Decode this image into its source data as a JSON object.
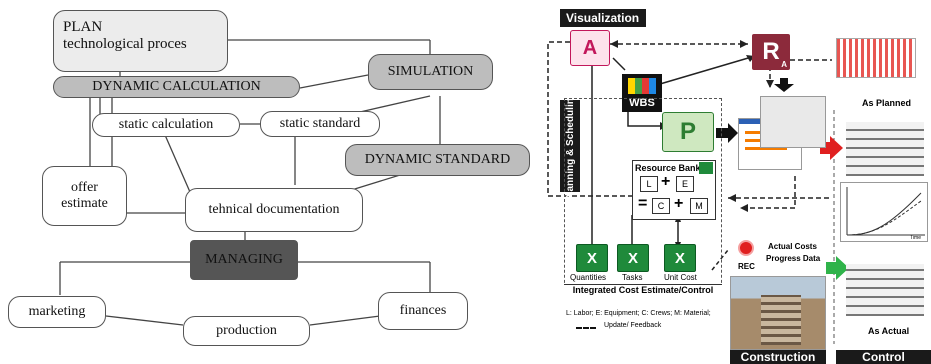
{
  "left": {
    "plan_title": "PLAN",
    "plan_subtitle": "technological proces",
    "dynamic_calculation": "DYNAMIC CALCULATION",
    "simulation": "SIMULATION",
    "static_calculation": "static calculation",
    "static_standard": "static standard",
    "dynamic_standard": "DYNAMIC STANDARD",
    "offer": "offer",
    "estimate": "estimate",
    "technical_documentation": "tehnical documentation",
    "managing": "MANAGING",
    "marketing": "marketing",
    "finances": "finances",
    "production": "production"
  },
  "right": {
    "visualization": "Visualization",
    "planning_scheduling": "Planning & Scheduling",
    "wbs": "WBS",
    "resource_bank": "Resource Bank",
    "as_planned": "As Planned",
    "quantities": "Quantities",
    "tasks": "Tasks",
    "unit_cost": "Unit Cost",
    "integrated": "Integrated Cost Estimate/Control",
    "actual_costs": "Actual Costs",
    "progress_data": "Progress Data",
    "rec": "REC",
    "legend_text": "L: Labor; E: Equipment; C: Crews; M: Material;",
    "legend_arrow": "Update/ Feedback",
    "as_actual": "As Actual",
    "construction": "Construction",
    "control": "Control",
    "time_label": "Time",
    "formula": {
      "l": "L",
      "e": "E",
      "c": "C",
      "m": "M",
      "plus": "+",
      "eq": "="
    },
    "icon_a": "A",
    "icon_r": "R",
    "icon_r_sub": "A",
    "icon_p": "P",
    "icon_x": "X"
  },
  "colors": {
    "gray_node": "#bdbdbd",
    "dark_node": "#555555",
    "red_arrow": "#e02020",
    "green_arrow": "#2fb34a",
    "access_red": "#c2185b",
    "excel_green": "#1f8a3b"
  }
}
